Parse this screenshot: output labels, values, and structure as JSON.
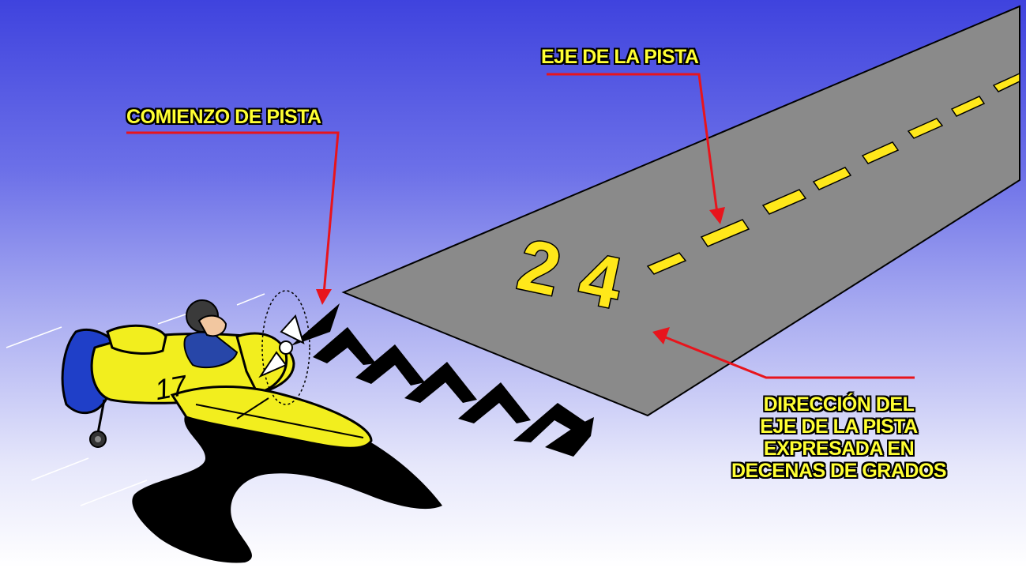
{
  "labels": {
    "runway_start": "COMIENZO DE PISTA",
    "centerline": "EJE DE LA PISTA",
    "direction_lines": [
      "DIRECCIÓN DEL",
      "EJE DE LA PISTA",
      "EXPRESADA EN",
      "DECENAS DE GRADOS"
    ]
  },
  "runway": {
    "designator": "24"
  },
  "airplane": {
    "number": "17"
  },
  "colors": {
    "label_text": "#ffff33",
    "leader_line": "#e8141c",
    "runway": "#8a8a8a",
    "runway_marking": "#ffe81a",
    "airplane_body": "#f2ee1e",
    "airplane_accent": "#1f3fc8",
    "sky_top": "#3f43de",
    "sky_bottom": "#ffffff"
  }
}
